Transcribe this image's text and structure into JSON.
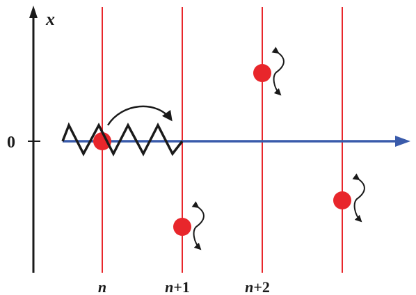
{
  "axis": {
    "vertical_label": "x",
    "origin_label": "0"
  },
  "site_labels": [
    {
      "prefix": "n",
      "suffix": ""
    },
    {
      "prefix": "n",
      "suffix": "+1"
    },
    {
      "prefix": "n",
      "suffix": "+2"
    },
    {
      "prefix": "",
      "suffix": ""
    }
  ],
  "colors": {
    "site_line": "#e8262b",
    "particle": "#e8262b",
    "horizontal_axis": "#3a5bab",
    "vertical_axis": "#1a1a1a",
    "spring": "#1a1a1a"
  },
  "icons": {
    "spring": "zigzag-spring-icon",
    "hop": "curved-hop-arrow-icon",
    "vibration": "double-headed-vibration-arrow-icon"
  }
}
